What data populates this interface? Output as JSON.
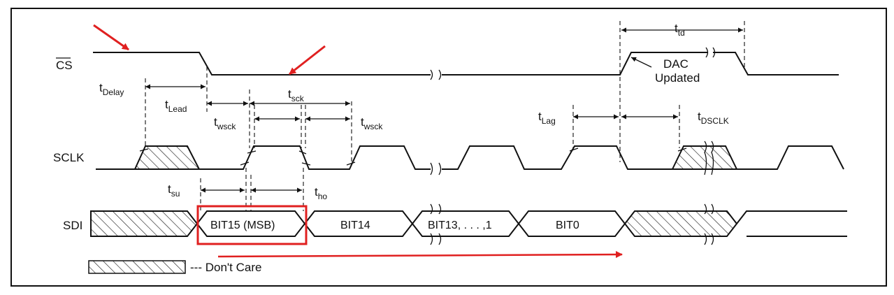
{
  "signals": {
    "cs": "CS",
    "sclk": "SCLK",
    "sdi": "SDI"
  },
  "timing_labels": {
    "t_delay": {
      "main": "t",
      "sub": "Delay"
    },
    "t_lead": {
      "main": "t",
      "sub": "Lead"
    },
    "t_sck": {
      "main": "t",
      "sub": "sck"
    },
    "t_wsck_1": {
      "main": "t",
      "sub": "wsck"
    },
    "t_wsck_2": {
      "main": "t",
      "sub": "wsck"
    },
    "t_su": {
      "main": "t",
      "sub": "su"
    },
    "t_ho": {
      "main": "t",
      "sub": "ho"
    },
    "t_lag": {
      "main": "t",
      "sub": "Lag"
    },
    "t_dsclk": {
      "main": "t",
      "sub": "DSCLK"
    },
    "t_td": {
      "main": "t",
      "sub": "td"
    }
  },
  "annotations": {
    "dac_line1": "DAC",
    "dac_line2": "Updated"
  },
  "bus": {
    "bit15": "BIT15 (MSB)",
    "bit14": "BIT14",
    "bit13": "BIT13, . . . ,1",
    "bit0": "BIT0"
  },
  "legend": {
    "dont_care": "--- Don't Care"
  },
  "colors": {
    "ink": "#111111",
    "highlight": "#e02020",
    "background": "#ffffff"
  }
}
